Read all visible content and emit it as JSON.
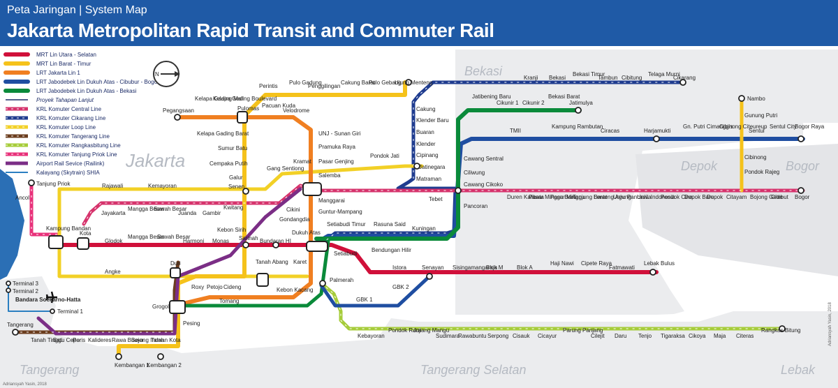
{
  "header": {
    "subtitle": "Peta Jaringan | System Map",
    "title": "Jakarta Metropolitan Rapid Transit and Commuter Rail"
  },
  "legend": [
    {
      "label": "MRT Lin Utara - Selatan",
      "color": "#d0103a",
      "style": "double"
    },
    {
      "label": "MRT Lin Barat - Timur",
      "color": "#f5c21b",
      "style": "double"
    },
    {
      "label": "LRT Jakarta Lin 1",
      "color": "#f07f21",
      "style": "double"
    },
    {
      "label": "LRT Jabodebek Lin Dukuh Atas - Cibubur - Bogor",
      "color": "#1f4ea1",
      "style": "double"
    },
    {
      "label": "LRT Jabodebek Lin Dukuh Atas - Bekasi",
      "color": "#0a8a3a",
      "style": "double"
    },
    {
      "label": "Proyek Tahapan Lanjut",
      "color": "#1a2a66",
      "style": "thin-italic"
    },
    {
      "label": "KRL Komuter Central Line",
      "color": "#d6336c",
      "style": "dash"
    },
    {
      "label": "KRL Komuter Cikarang Line",
      "color": "#1f3c8f",
      "style": "dash"
    },
    {
      "label": "KRL Komuter Loop Line",
      "color": "#f2d026",
      "style": "dash"
    },
    {
      "label": "KRL Komuter Tangerang Line",
      "color": "#6b3d1e",
      "style": "dash"
    },
    {
      "label": "KRL Komuter Rangkasbitung Line",
      "color": "#a6cc3a",
      "style": "dash"
    },
    {
      "label": "KRL Komuter Tanjung Priok Line",
      "color": "#e8317a",
      "style": "dash"
    },
    {
      "label": "Airport Rail Sevice (Railink)",
      "color": "#7b2e86",
      "style": "solid"
    },
    {
      "label": "Kalayang (Skytrain) SHIA",
      "color": "#2b7fc1",
      "style": "thin"
    }
  ],
  "compass": {
    "label": "N"
  },
  "regions": [
    {
      "name": "Jakarta"
    },
    {
      "name": "Bekasi"
    },
    {
      "name": "Depok"
    },
    {
      "name": "Bogor"
    },
    {
      "name": "Tangerang"
    },
    {
      "name": "Tangerang Selatan"
    },
    {
      "name": "Lebak"
    }
  ],
  "stations": [
    {
      "name": "Pegangsaan"
    },
    {
      "name": "Kelapa Gading Mall"
    },
    {
      "name": "Kelapa Gading Boulevard"
    },
    {
      "name": "Pulomas"
    },
    {
      "name": "Pacuan Kuda"
    },
    {
      "name": "Velodrome"
    },
    {
      "name": "Perintis"
    },
    {
      "name": "Pulo Gadung"
    },
    {
      "name": "Penggilingan"
    },
    {
      "name": "Cakung Barat"
    },
    {
      "name": "Pulo Gebang"
    },
    {
      "name": "Ujung Menteng"
    },
    {
      "name": "Kelapa Gading Barat"
    },
    {
      "name": "Sumur Batu"
    },
    {
      "name": "Cempaka Putih"
    },
    {
      "name": "Galur"
    },
    {
      "name": "Senen"
    },
    {
      "name": "Kwitang"
    },
    {
      "name": "Kebon Sirih"
    },
    {
      "name": "Sarinah"
    },
    {
      "name": "UNJ - Sunan Giri"
    },
    {
      "name": "Pramuka Raya"
    },
    {
      "name": "Pasar Genjing"
    },
    {
      "name": "Salemba"
    },
    {
      "name": "Kramat"
    },
    {
      "name": "Gang Sentiong"
    },
    {
      "name": "Pondok Jati"
    },
    {
      "name": "Jatinegara"
    },
    {
      "name": "Matraman"
    },
    {
      "name": "Cakung"
    },
    {
      "name": "Klender Baru"
    },
    {
      "name": "Buaran"
    },
    {
      "name": "Klender"
    },
    {
      "name": "Cipinang"
    },
    {
      "name": "Kranji"
    },
    {
      "name": "Bekasi"
    },
    {
      "name": "Bekasi Timur"
    },
    {
      "name": "Tambun"
    },
    {
      "name": "Cibitung"
    },
    {
      "name": "Telaga Murni"
    },
    {
      "name": "Cikarang"
    },
    {
      "name": "Jatibening Baru"
    },
    {
      "name": "Cikunir 1"
    },
    {
      "name": "Cikunir 2"
    },
    {
      "name": "Bekasi Barat"
    },
    {
      "name": "Jatimulya"
    },
    {
      "name": "TMII"
    },
    {
      "name": "Kampung Rambutan"
    },
    {
      "name": "Ciracas"
    },
    {
      "name": "Harjamukti"
    },
    {
      "name": "Gn. Putri Cimanggis"
    },
    {
      "name": "Cibinong Citeureup"
    },
    {
      "name": "Sentul"
    },
    {
      "name": "Sentul City"
    },
    {
      "name": "Bogor Raya"
    },
    {
      "name": "Nambo"
    },
    {
      "name": "Gunung Putri"
    },
    {
      "name": "Cibinong"
    },
    {
      "name": "Pondok Rajeg"
    },
    {
      "name": "Cawang Sentral"
    },
    {
      "name": "Ciliwung"
    },
    {
      "name": "Cawang Cikoko"
    },
    {
      "name": "Pancoran"
    },
    {
      "name": "Tebet"
    },
    {
      "name": "Duren Kalibata"
    },
    {
      "name": "Pasar Minggu Baru"
    },
    {
      "name": "Pasar Minggu"
    },
    {
      "name": "Tanjung Barat"
    },
    {
      "name": "Lenteng Agung"
    },
    {
      "name": "Univ. Pancasila"
    },
    {
      "name": "Univ. Indonesia"
    },
    {
      "name": "Pondok Cina"
    },
    {
      "name": "Depok Baru"
    },
    {
      "name": "Depok"
    },
    {
      "name": "Citayam"
    },
    {
      "name": "Bojong Gede"
    },
    {
      "name": "Cilebut"
    },
    {
      "name": "Bogor"
    },
    {
      "name": "Tanjung Priok"
    },
    {
      "name": "Ancol"
    },
    {
      "name": "Rajawali"
    },
    {
      "name": "Kemayoran"
    },
    {
      "name": "Kampung Bandan"
    },
    {
      "name": "Kota"
    },
    {
      "name": "Jayakarta"
    },
    {
      "name": "Mangga Besar"
    },
    {
      "name": "Sawah Besar"
    },
    {
      "name": "Juanda"
    },
    {
      "name": "Gambir"
    },
    {
      "name": "Glodok"
    },
    {
      "name": "Mangga Besar"
    },
    {
      "name": "Sawah Besar"
    },
    {
      "name": "Harmoni"
    },
    {
      "name": "Monas"
    },
    {
      "name": "Bundaran HI"
    },
    {
      "name": "Dukuh Atas"
    },
    {
      "name": "Cikini"
    },
    {
      "name": "Gondangdia"
    },
    {
      "name": "Manggarai"
    },
    {
      "name": "Guntur-Mampang"
    },
    {
      "name": "Setiabudi Timur"
    },
    {
      "name": "Rasuna Said"
    },
    {
      "name": "Kuningan"
    },
    {
      "name": "Setiabudi"
    },
    {
      "name": "Bendungan Hilir"
    },
    {
      "name": "Istora"
    },
    {
      "name": "Senayan"
    },
    {
      "name": "Sisingamangaraja"
    },
    {
      "name": "Blok M"
    },
    {
      "name": "Blok A"
    },
    {
      "name": "Haji Nawi"
    },
    {
      "name": "Cipete Raya"
    },
    {
      "name": "Fatmawati"
    },
    {
      "name": "Lebak Bulus"
    },
    {
      "name": "Angke"
    },
    {
      "name": "Duri"
    },
    {
      "name": "Tanah Abang"
    },
    {
      "name": "Karet"
    },
    {
      "name": "Roxy"
    },
    {
      "name": "Petojo"
    },
    {
      "name": "Cideng"
    },
    {
      "name": "Kebon Kacang"
    },
    {
      "name": "Palmerah"
    },
    {
      "name": "GBK 2"
    },
    {
      "name": "GBK 1"
    },
    {
      "name": "Grogol"
    },
    {
      "name": "Tomang"
    },
    {
      "name": "Pesing"
    },
    {
      "name": "Terminal 3"
    },
    {
      "name": "Terminal 2"
    },
    {
      "name": "Terminal 1"
    },
    {
      "name": "Bandara Soekarno-Hatta"
    },
    {
      "name": "Tangerang"
    },
    {
      "name": "Tanah Tinggi"
    },
    {
      "name": "Batu Ceper"
    },
    {
      "name": "Poris"
    },
    {
      "name": "Kalideres"
    },
    {
      "name": "Rawa Buaya"
    },
    {
      "name": "Bojong Indah"
    },
    {
      "name": "Taman Kota"
    },
    {
      "name": "Kembangan 1"
    },
    {
      "name": "Kembangan 2"
    },
    {
      "name": "Kebayoran"
    },
    {
      "name": "Pondok Ranji"
    },
    {
      "name": "Jurang Mangu"
    },
    {
      "name": "Sudimara"
    },
    {
      "name": "Rawabuntu"
    },
    {
      "name": "Serpong"
    },
    {
      "name": "Cisauk"
    },
    {
      "name": "Cicayur"
    },
    {
      "name": "Parung Panjang"
    },
    {
      "name": "Cilejit"
    },
    {
      "name": "Daru"
    },
    {
      "name": "Tenjo"
    },
    {
      "name": "Tigaraksa"
    },
    {
      "name": "Cikoya"
    },
    {
      "name": "Maja"
    },
    {
      "name": "Citeras"
    },
    {
      "name": "Rangkas Bitung"
    }
  ],
  "credit": "Adriansyah Yasin, 2018",
  "credit_small": "Adriansyah Yasin, 2018"
}
